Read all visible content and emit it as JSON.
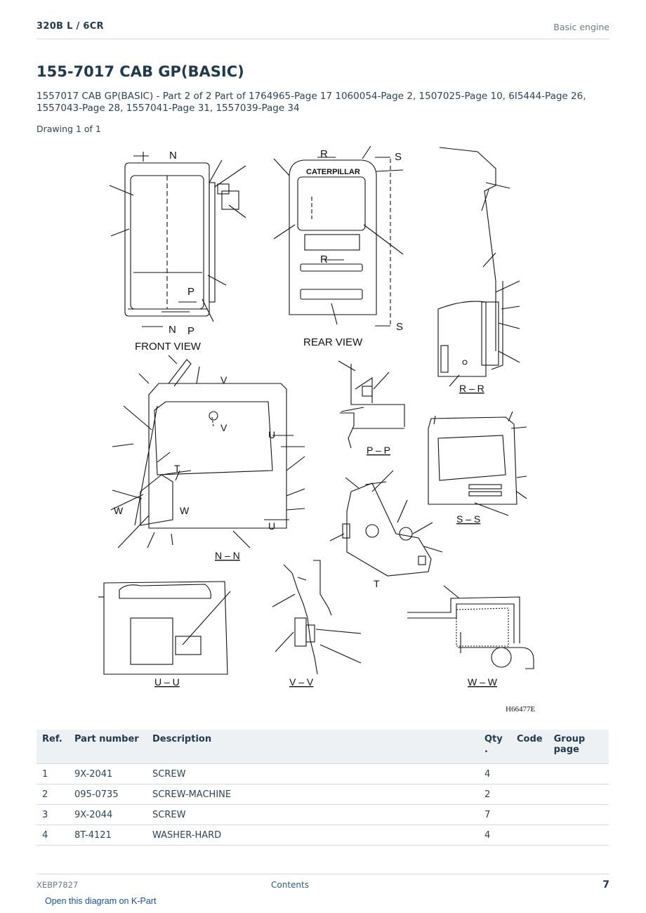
{
  "header": {
    "model": "320B L  /  6CR",
    "section": "Basic engine"
  },
  "title": "155-7017 CAB GP(BASIC)",
  "subtitle": "1557017 CAB GP(BASIC) - Part 2 of 2 Part of 1764965-Page 17 1060054-Page 2, 1507025-Page 10, 6I5444-Page 26, 1557043-Page 28, 1557041-Page 31, 1557039-Page 34",
  "drawing_label": "Drawing 1 of 1",
  "diagram": {
    "front_view": "FRONT  VIEW",
    "rear_view": "REAR  VIEW",
    "brand": "CATERPILLAR",
    "rr": "R – R",
    "pp": "P – P",
    "ss": "S – S",
    "nn": "N – N",
    "t": "T",
    "uu": "U – U",
    "vv": "V – V",
    "ww": "W – W",
    "drawing_code": "H66477E",
    "letters": {
      "n": "N",
      "p": "P",
      "r": "R",
      "s": "S",
      "v": "V",
      "u": "U",
      "w": "W",
      "t": "T"
    }
  },
  "table": {
    "headers": {
      "ref": "Ref.",
      "part_number": "Part number",
      "description": "Description",
      "qty": "Qty\n.",
      "code": "Code",
      "group_page": "Group\npage"
    },
    "rows": [
      {
        "ref": "1",
        "part_number": "9X-2041",
        "description": "SCREW",
        "qty": "4",
        "code": "",
        "group_page": ""
      },
      {
        "ref": "2",
        "part_number": "095-0735",
        "description": "SCREW-MACHINE",
        "qty": "2",
        "code": "",
        "group_page": ""
      },
      {
        "ref": "3",
        "part_number": "9X-2044",
        "description": "SCREW",
        "qty": "7",
        "code": "",
        "group_page": ""
      },
      {
        "ref": "4",
        "part_number": "8T-4121",
        "description": "WASHER-HARD",
        "qty": "4",
        "code": "",
        "group_page": ""
      }
    ]
  },
  "footer": {
    "doc_id": "XEBP7827",
    "contents_link": "Contents",
    "page_number": "7",
    "kpart_link": "Open this diagram on K-Part"
  }
}
